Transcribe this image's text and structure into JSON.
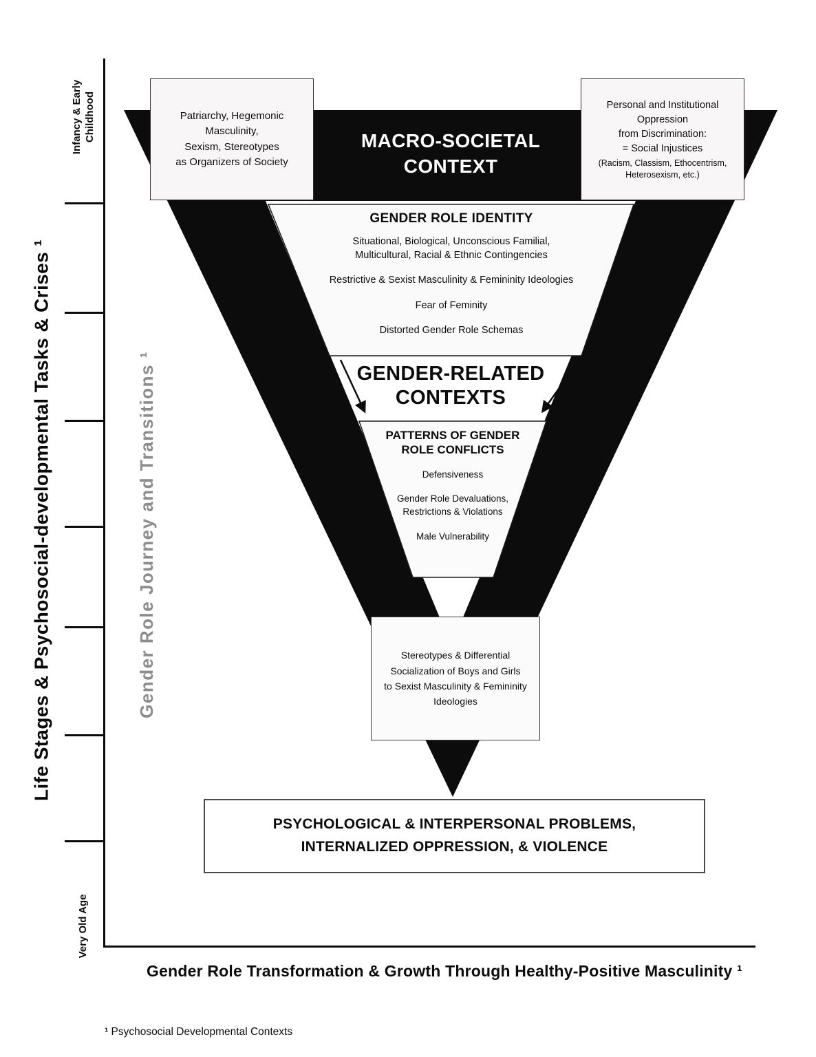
{
  "colors": {
    "funnel_black": "#0c0c0c",
    "journey_gray": "#8c8c8c",
    "box_fill": "#f8f6f7"
  },
  "axes": {
    "life_stages_label": "Life Stages & Psychosocial-developmental Tasks & Crises ¹",
    "infancy_label": "Infancy & Early\nChildhood",
    "very_old_age_label": "Very Old Age",
    "journey_label": "Gender Role Journey and Transitions ¹",
    "x_axis_label": "Gender Role Transformation & Growth Through Healthy-Positive Masculinity ¹"
  },
  "macro_context": {
    "title": "MACRO-SOCIETAL\nCONTEXT",
    "left_box_text": "Patriarchy, Hegemonic Masculinity,\nSexism, Stereotypes\nas Organizers of Society",
    "right_box_text": "Personal and Institutional Oppression\nfrom Discrimination:\n= Social Injustices",
    "right_box_subtext": "(Racism, Classism, Ethocentrism,\nHeterosexism, etc.)"
  },
  "gender_role_identity": {
    "title": "GENDER ROLE IDENTITY",
    "items": [
      "Situational, Biological, Unconscious Familial,\nMulticultural, Racial & Ethnic Contingencies",
      "Restrictive & Sexist Masculinity & Femininity Ideologies",
      "Fear of Feminity",
      "Distorted Gender Role Schemas"
    ]
  },
  "gender_related_contexts": {
    "title": "GENDER-RELATED\nCONTEXTS"
  },
  "patterns": {
    "title": "PATTERNS OF GENDER\nROLE CONFLICTS",
    "items": [
      "Defensiveness",
      "Gender Role Devaluations,\nRestrictions & Violations",
      "Male Vulnerability"
    ]
  },
  "socialization_box": {
    "text": "Stereotypes & Differential\nSocialization of Boys and Girls\nto Sexist Masculinity & Femininity\nIdeologies"
  },
  "outcome_box": {
    "text": "PSYCHOLOGICAL & INTERPERSONAL PROBLEMS,\nINTERNALIZED OPPRESSION, & VIOLENCE"
  },
  "footnote": {
    "marker": "¹",
    "text": "Psychosocial Developmental Contexts"
  }
}
